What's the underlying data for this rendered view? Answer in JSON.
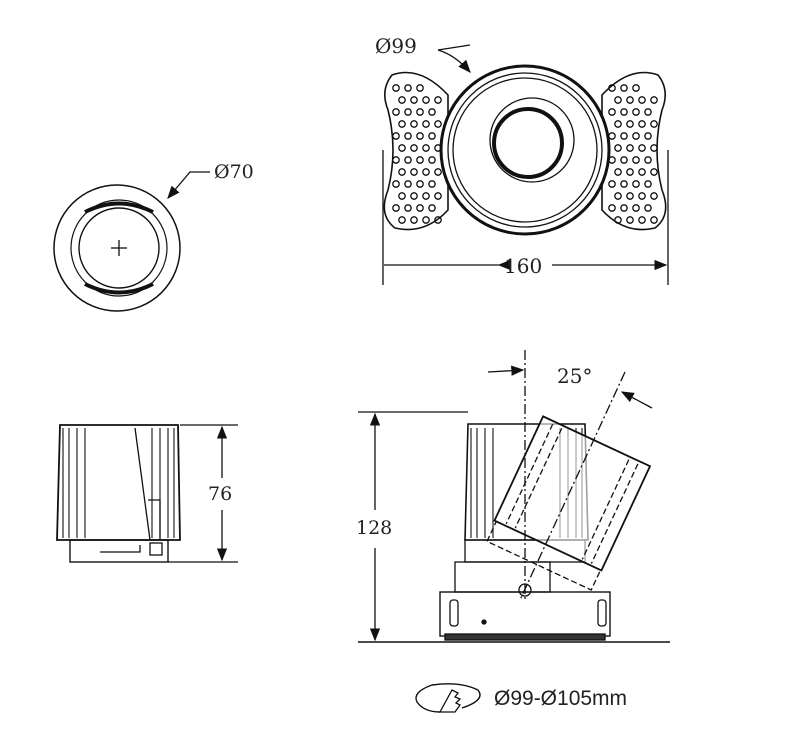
{
  "dimensions": {
    "top_view_diameter": "Ø99",
    "top_view_width": "160",
    "front_view_diameter": "Ø70",
    "side_height": "76",
    "tilt_height": "128",
    "tilt_angle": "25°"
  },
  "cutout": {
    "label": "Ø99-Ø105mm",
    "icon": "saw-cutout-icon"
  },
  "colors": {
    "line": "#111111",
    "background": "#ffffff"
  }
}
